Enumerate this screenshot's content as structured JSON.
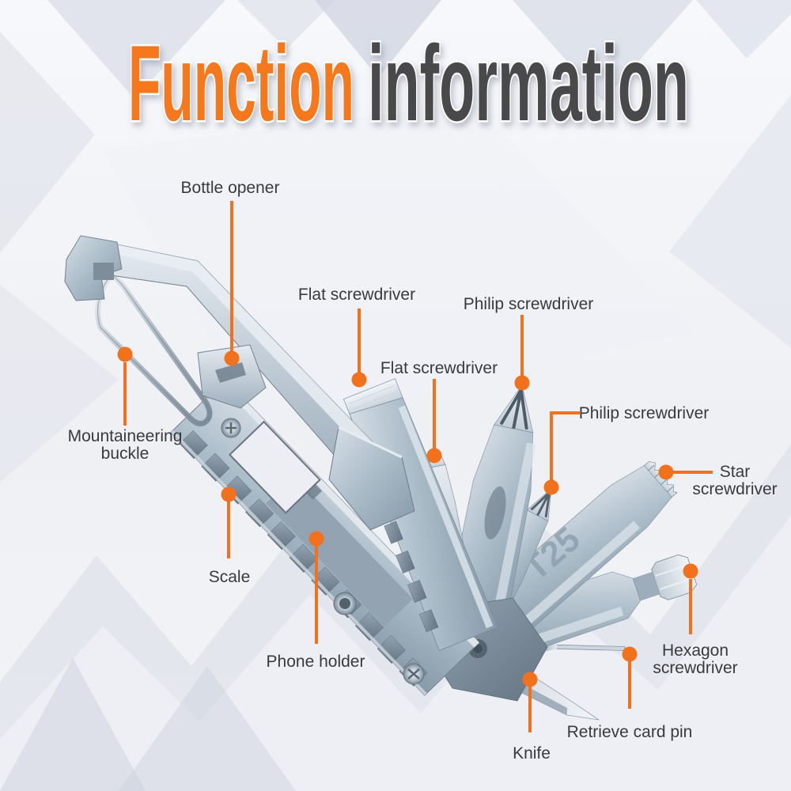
{
  "title": {
    "accent_word": "Function",
    "rest_word": "information"
  },
  "colors": {
    "accent_orange": "#f2711c",
    "title_accent": "#f5791e",
    "title_secondary": "#4a4a4c",
    "label_text": "#3a3a3c",
    "metal": "#a9bac7"
  },
  "engraving": "T25",
  "labels": [
    {
      "id": "bottle-opener",
      "text": "Bottle opener"
    },
    {
      "id": "mountaineering-buckle",
      "text": "Mountaineering buckle"
    },
    {
      "id": "flat-screwdriver-upper",
      "text": "Flat screwdriver"
    },
    {
      "id": "philip-screwdriver-upper",
      "text": "Philip screwdriver"
    },
    {
      "id": "flat-screwdriver-lower",
      "text": "Flat screwdriver"
    },
    {
      "id": "philip-screwdriver-lower",
      "text": "Philip screwdriver"
    },
    {
      "id": "star-screwdriver",
      "text": "Star screwdriver"
    },
    {
      "id": "hexagon-screwdriver",
      "text": "Hexagon screwdriver"
    },
    {
      "id": "scale",
      "text": "Scale"
    },
    {
      "id": "phone-holder",
      "text": "Phone holder"
    },
    {
      "id": "knife",
      "text": "Knife"
    },
    {
      "id": "retrieve-card-pin",
      "text": "Retrieve card pin"
    }
  ]
}
